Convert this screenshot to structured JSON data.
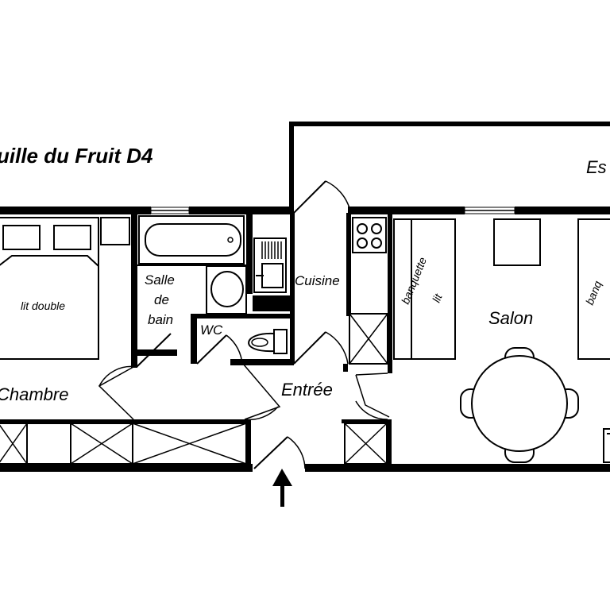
{
  "title": "uille du Fruit D4",
  "rooms": {
    "balcony": "Es",
    "bedroom": "Chambre",
    "bathroom_line1": "Salle",
    "bathroom_line2": "de",
    "bathroom_line3": "bain",
    "wc": "WC",
    "kitchen": "Cuisine",
    "entrance": "Entrée",
    "living": "Salon"
  },
  "furniture": {
    "double_bed": "lit double",
    "sofa_bed_line1": "banquette",
    "sofa_bed_line2": "lit",
    "sofa_bed_2": "banq"
  },
  "icons": {
    "entry": "entry-arrow-icon",
    "hob": "hob-icon",
    "sink": "sink-icon",
    "toilet": "toilet-icon",
    "bathtub": "bathtub-icon",
    "washbasin": "washbasin-icon",
    "door": "door-swing-icon"
  }
}
